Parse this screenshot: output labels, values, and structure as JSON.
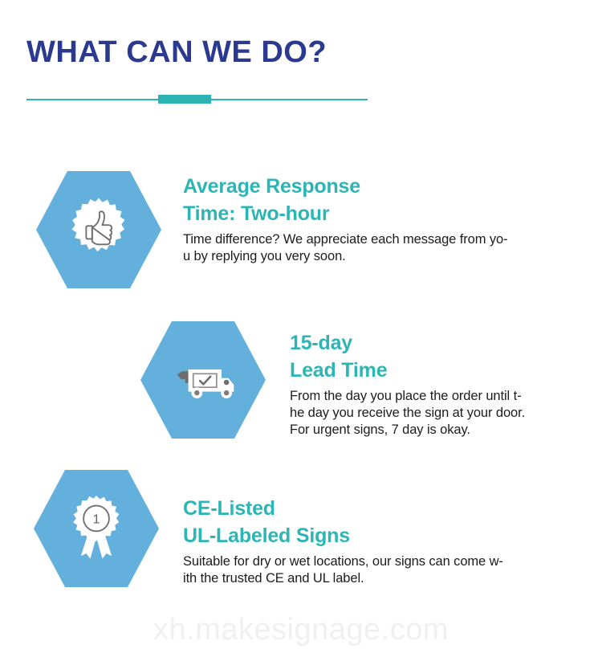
{
  "header": {
    "title": "WHAT CAN WE DO?",
    "title_color": "#2b3a8f",
    "divider_color": "#2cb5b5"
  },
  "theme": {
    "accent_teal": "#2cb5b5",
    "hex_blue": "#64b0dd",
    "body_text": "#1c1c1c",
    "watermark_gray": "#f0f0f0"
  },
  "features": [
    {
      "icon": "thumbs-up-badge-icon",
      "heading_line1": "Average Response",
      "heading_line2": "Time: Two-hour",
      "body_line1": "Time difference? We appreciate each message from yo-",
      "body_line2": "u by replying you very soon."
    },
    {
      "icon": "delivery-truck-icon",
      "heading_line1": "15-day",
      "heading_line2": "Lead Time",
      "body_line1": "From the day you place the order until t-",
      "body_line2": "he day you receive the sign at your door.",
      "body_line3": "For urgent signs, 7 day is okay."
    },
    {
      "icon": "award-rosette-icon",
      "heading_line1": "CE-Listed",
      "heading_line2": "UL-Labeled Signs",
      "body_line1": "Suitable for dry or wet locations, our signs can come w-",
      "body_line2": "ith the trusted CE and UL label."
    }
  ],
  "watermark": {
    "text": "xh.makesignage.com"
  }
}
